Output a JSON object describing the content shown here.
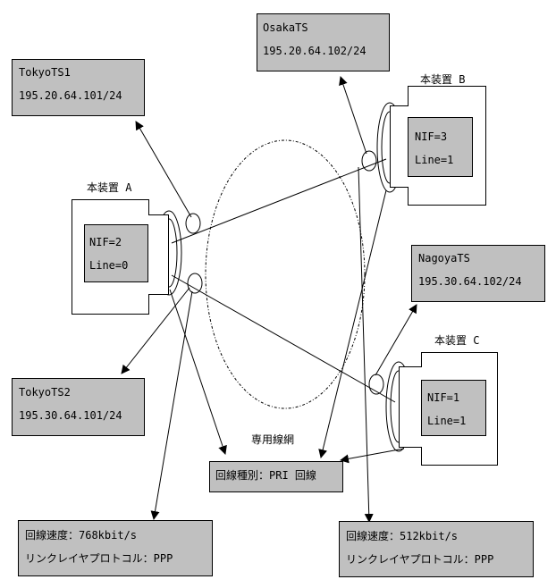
{
  "tokyo_ts1": {
    "name": "TokyoTS1",
    "ip": "195.20.64.101/24"
  },
  "tokyo_ts2": {
    "name": "TokyoTS2",
    "ip": "195.30.64.101/24"
  },
  "osaka_ts": {
    "name": "OsakaTS",
    "ip": "195.20.64.102/24"
  },
  "nagoya_ts": {
    "name": "NagoyaTS",
    "ip": "195.30.64.102/24"
  },
  "device_a": {
    "title": "本装置 A",
    "nif": "NIF=2",
    "line": "Line=0"
  },
  "device_b": {
    "title": "本装置 B",
    "nif": "NIF=3",
    "line": "Line=1"
  },
  "device_c": {
    "title": "本装置 C",
    "nif": "NIF=1",
    "line": "Line=1"
  },
  "network": {
    "label": "専用線網",
    "line_type": "回線種別：PRI 回線"
  },
  "speed_left": {
    "speed": "回線速度：768kbit/s",
    "protocol": "リンクレイヤプロトコル：PPP"
  },
  "speed_right": {
    "speed": "回線速度：512kbit/s",
    "protocol": "リンクレイヤプロトコル：PPP"
  }
}
